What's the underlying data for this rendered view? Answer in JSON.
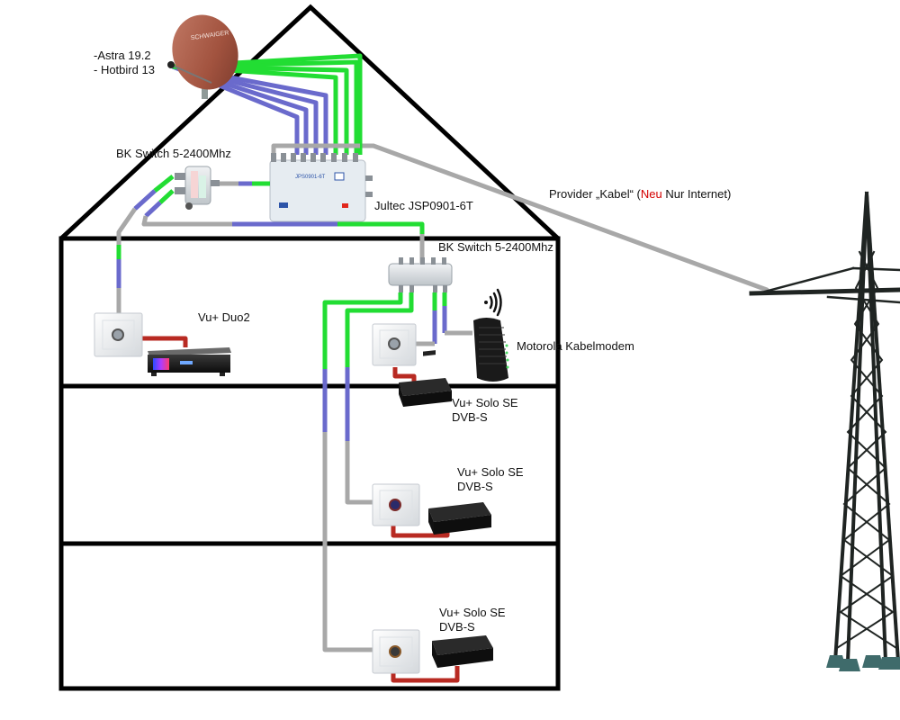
{
  "diagram": {
    "title": "Satellite and cable wiring in a house",
    "colors": {
      "wall": "#000000",
      "cable_green": "#22dd33",
      "cable_blue": "#6a6acc",
      "cable_gray": "#a8a8a8",
      "cable_red": "#b82a22",
      "highlight_red": "#d40000",
      "dish": "#a75a48"
    },
    "labels": {
      "satellites_line1": "-Astra 19.2",
      "satellites_line2": "- Hotbird 13",
      "dish_brand": "SCHWAIGER",
      "bk_switch_top": "BK Switch 5-2400Mhz",
      "multiswitch": "Jultec JSP0901-6T",
      "multiswitch_model_print": "JPS0901-6T",
      "provider_prefix": "Provider „Kabel“ (",
      "provider_new": "Neu",
      "provider_suffix": " Nur Internet)",
      "bk_switch_attic": "BK Switch 5-2400Mhz",
      "receiver_duo2": "Vu+ Duo2",
      "modem": "Motorola Kabelmodem",
      "receiver_solo_1_line1": "Vu+ Solo SE",
      "receiver_solo_1_line2": "DVB-S",
      "receiver_solo_2_line1": "Vu+ Solo SE",
      "receiver_solo_2_line2": "DVB-S",
      "receiver_solo_3_line1": "Vu+ Solo SE",
      "receiver_solo_3_line2": "DVB-S"
    },
    "icons": {
      "satellite_dish": "satellite-dish-icon",
      "wifi": "wifi-icon",
      "power_pylon": "power-pylon-icon",
      "wall_socket": "antenna-wall-socket-icon",
      "receiver": "set-top-box-icon",
      "modem": "cable-modem-icon",
      "splitter": "splitter-icon",
      "multiswitch": "multiswitch-icon"
    }
  }
}
